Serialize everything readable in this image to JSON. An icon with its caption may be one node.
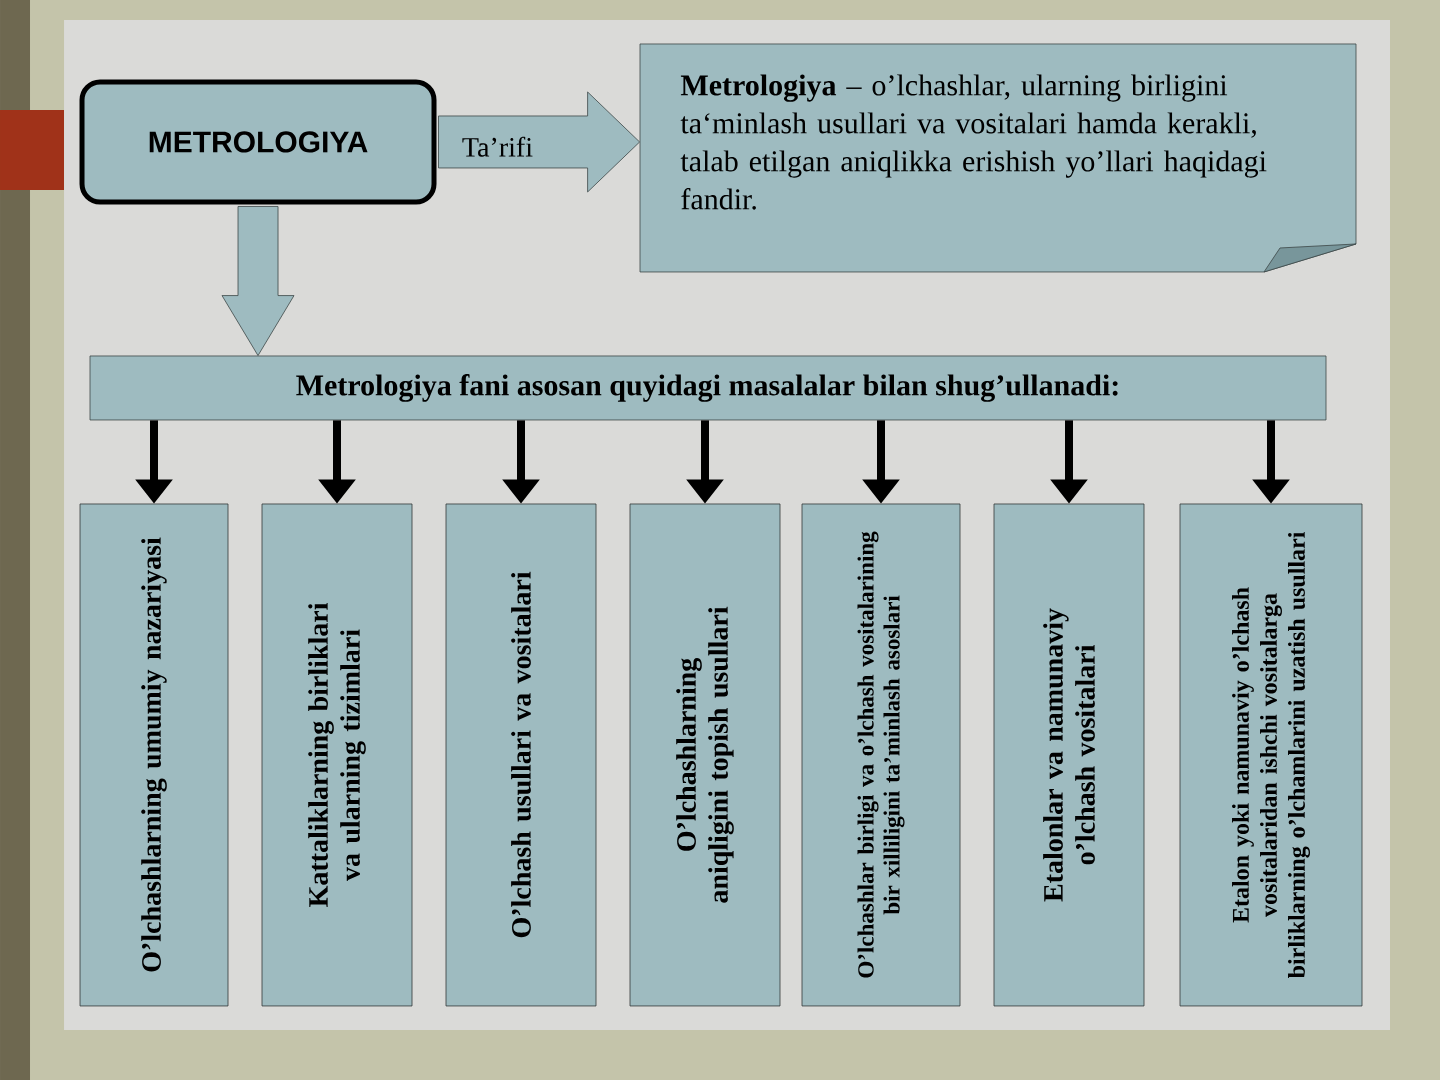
{
  "diagram": {
    "nodes": [
      {
        "text": [
          "METROLOGIYA"
        ]
      },
      {
        "text": [
          "**Metrologiya** – o’lchashlar, ularning birligini ta‘minlash usullari va vositalari hamda kerakli, talab etilgan aniqlikka erishish yo’llari haqidagi fandir."
        ]
      },
      {
        "text": [
          "Metrologiya fani asosan quyidagi masalalar bilan shug’ullanadi:"
        ]
      },
      {
        "text": [
          "O’lchashlarning umumiy nazariyasi"
        ]
      },
      {
        "text": [
          "Kattaliklarning birliklari va ularning tizimlari"
        ]
      },
      {
        "text": [
          "O’lchash usullari va vositalari"
        ]
      },
      {
        "text": [
          "O’lchashlarning aniqligini topish usullari"
        ]
      },
      {
        "text": [
          "O’lchashlar birligi va o’lchash vositalarining bir xilliligini ta’minlash asoslari"
        ]
      },
      {
        "text": [
          "Etalonlar va namunaviy o’lchash vositalari"
        ]
      },
      {
        "text": [
          "Etalon yoki namunaviy o’lchash vositalaridan ishchi vositalarga birliklarning o’lchamlarini uzatish usullari"
        ]
      }
    ],
    "edges": [
      {
        "from": 0,
        "to": 1,
        "arrow": "to",
        "label": "Ta’rifi"
      },
      {
        "from": 0,
        "to": 2,
        "arrow": "to"
      },
      {
        "from": 2,
        "to": 3,
        "arrow": "to"
      },
      {
        "from": 2,
        "to": 4,
        "arrow": "to"
      },
      {
        "from": 2,
        "to": 5,
        "arrow": "to"
      },
      {
        "from": 2,
        "to": 6,
        "arrow": "to"
      },
      {
        "from": 2,
        "to": 7,
        "arrow": "to"
      },
      {
        "from": 2,
        "to": 8,
        "arrow": "to"
      },
      {
        "from": 2,
        "to": 9,
        "arrow": "to"
      }
    ]
  }
}
